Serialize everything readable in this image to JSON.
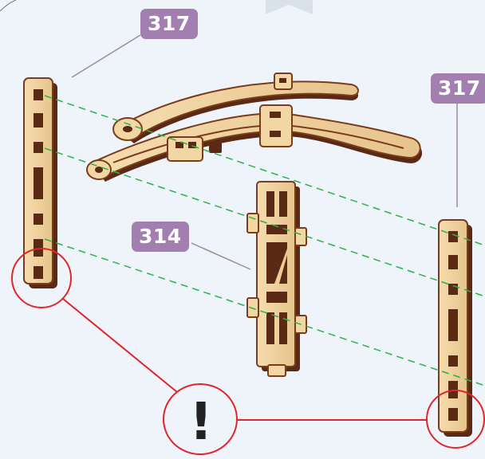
{
  "colors": {
    "background": "#eef4f9",
    "label_bg": "#a27fb0",
    "wood_face": "#f2d6a4",
    "wood_edge": "#7a3c1c",
    "wood_dark": "#5a2a14",
    "guide_line": "#2bb34a",
    "warning": "#e0262b",
    "leader": "#9a8aa8"
  },
  "labels": {
    "part_left": "317",
    "part_right": "317",
    "part_center": "314"
  },
  "warning": {
    "symbol": "!",
    "icon": "exclamation-icon"
  }
}
